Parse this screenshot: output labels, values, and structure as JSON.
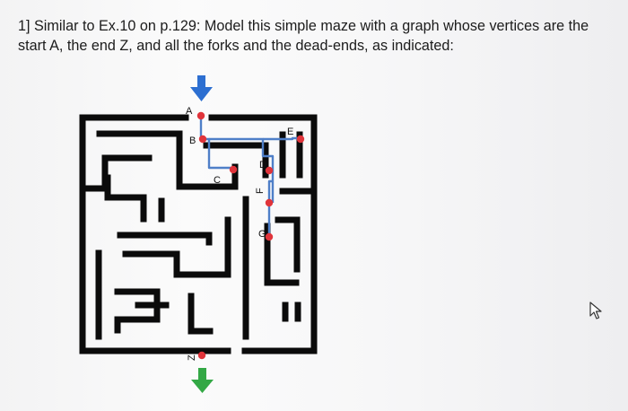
{
  "question": {
    "text": "1] Similar to Ex.10 on p.129: Model this simple maze with a graph whose vertices are the start A, the end Z, and all the forks and the dead-ends, as indicated:"
  },
  "maze": {
    "vertex_labels": [
      "A",
      "B",
      "C",
      "D",
      "E",
      "F",
      "G",
      "Z"
    ],
    "colors": {
      "wall": "#0b0b0b",
      "path": "#4f7fc8",
      "vertex": "#e0343b",
      "start_arrow": "#2d6fd1",
      "end_arrow": "#33a845"
    }
  },
  "cursor_icon": "mouse-pointer-icon"
}
